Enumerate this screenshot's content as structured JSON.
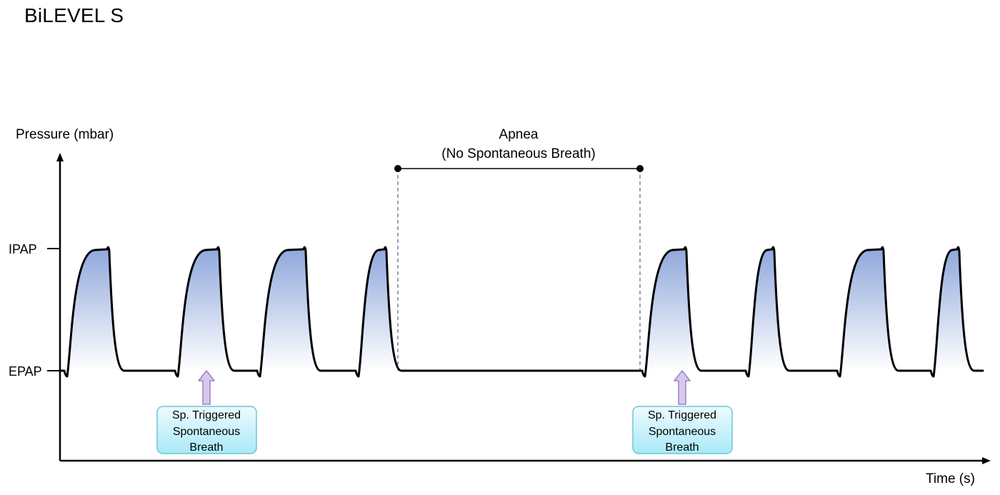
{
  "title": "BiLEVEL S",
  "axes": {
    "y_label": "Pressure (mbar)",
    "x_label": "Time (s)",
    "y_ticks": [
      "IPAP",
      "EPAP"
    ]
  },
  "apnea": {
    "label_line1": "Apnea",
    "label_line2": "(No Spontaneous Breath)"
  },
  "callouts": [
    {
      "line1": "Sp. Triggered",
      "line2": "Spontaneous",
      "line3": "Breath"
    },
    {
      "line1": "Sp. Triggered",
      "line2": "Spontaneous",
      "line3": "Breath"
    }
  ],
  "colors": {
    "waveform": "#000000",
    "fill_top": "#8fa7dc",
    "fill_bottom": "#ffffff",
    "apnea_dash": "#6a6a8a",
    "callout_top": "#eefbff",
    "callout_bottom": "#a9e9f7",
    "callout_border": "#6cc5d6",
    "arrow_fill": "#d9c8ee",
    "arrow_stroke": "#9a82c2"
  }
}
